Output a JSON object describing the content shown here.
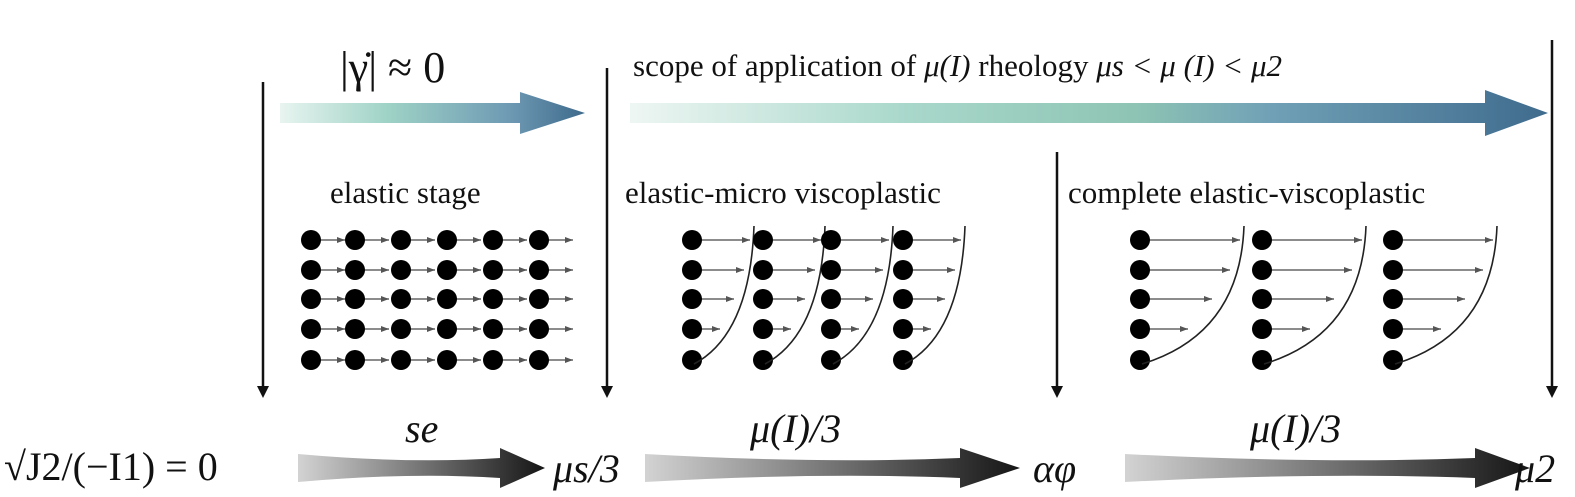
{
  "top": {
    "rate_label": "|γ̇| ≈ 0",
    "scope_prefix": "scope of application of ",
    "scope_mu": "μ",
    "scope_I": "(I)",
    "scope_mid": " rheology ",
    "scope_ineq": "μs < μ (I) < μ2"
  },
  "stages": {
    "elastic": "elastic stage",
    "micro": "elastic-micro viscoplastic",
    "complete": "complete elastic-viscoplastic"
  },
  "bottom": {
    "ratio_label": "√J2/(−I1) = 0",
    "se_label": "se",
    "mu_s_label": "μs/3",
    "muI_label_1": "μ(I)/3",
    "alpha_label": "αφ",
    "muI_label_2": "μ(I)/3",
    "mu2_label": "μ2"
  },
  "colors": {
    "teal_light": "#d9efe9",
    "teal": "#8cc9bd",
    "steel": "#4f7898",
    "dark": "#1a1a1a",
    "gray_start": "#cfcfcf"
  }
}
